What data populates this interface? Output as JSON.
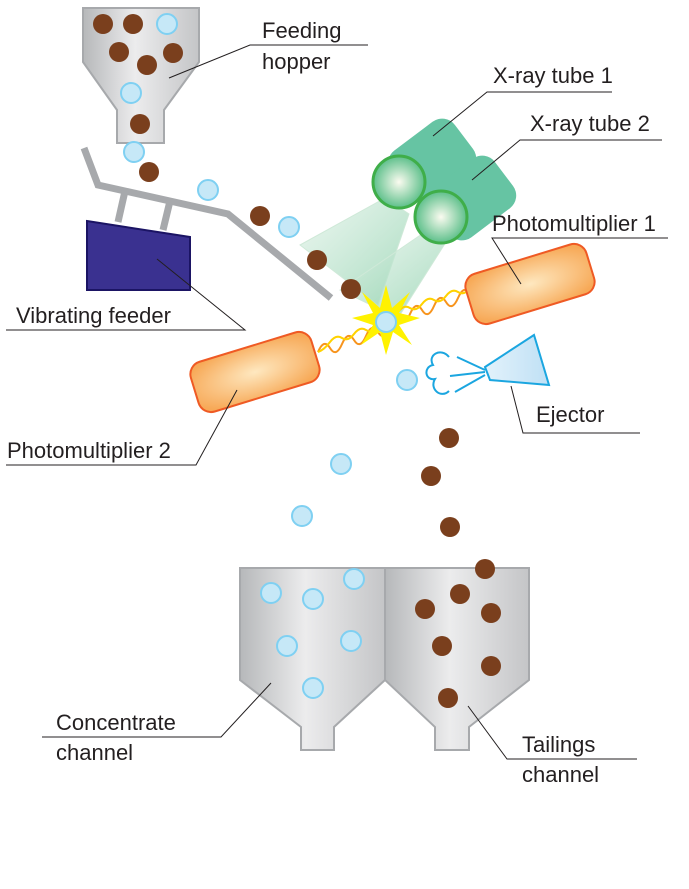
{
  "diagram": {
    "title": "X-ray sorting machine",
    "labels": {
      "feeding_hopper": [
        "Feeding",
        "hopper"
      ],
      "xray_tube_1": "X-ray tube 1",
      "xray_tube_2": "X-ray tube 2",
      "photomultiplier_1": "Photomultiplier 1",
      "photomultiplier_2": "Photomultiplier 2",
      "vibrating_feeder": "Vibrating feeder",
      "ejector": "Ejector",
      "concentrate_channel": [
        "Concentrate",
        "channel"
      ],
      "tailings_channel": [
        "Tailings",
        "channel"
      ]
    },
    "colors": {
      "ore_particle": "#7a3f1d",
      "mineral_particle_fill": "#c6e8f7",
      "mineral_particle_stroke": "#7fd0f2",
      "hopper_gray": "#d4d5d7",
      "chute_gray": "#a7a9ac",
      "feeder_blue": "#3a3190",
      "xray_green": "#66c4a3",
      "photomultiplier_orange": "#f7b267",
      "photomultiplier_border": "#ef5a24",
      "flash_yellow": "#fff200",
      "ejector_blue": "#1ba6e0"
    }
  }
}
